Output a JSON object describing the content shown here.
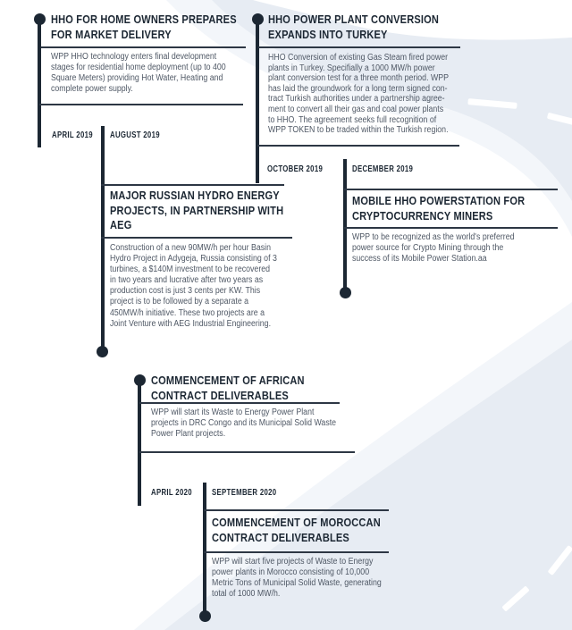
{
  "infographic": {
    "kind": "roadmap-timeline",
    "colors": {
      "ink": "#1c2733",
      "body_text": "#4f5865",
      "divider": "#2d3744",
      "road": "#e7ecf3",
      "road_faint": "#f3f6fa",
      "lane_dash": "#ffffff",
      "background": "#ffffff"
    },
    "blocks": {
      "home": {
        "title": "HHO FOR HOME OWNERS PREPARES\nFOR MARKET DELIVERY",
        "body": "WPP HHO technology enters final development\nstages for residential home deployment (up to 400\nSquare Meters) providing Hot Water, Heating and\ncomplete power supply.",
        "date_left": "APRIL 2019",
        "date_right": "AUGUST 2019"
      },
      "turkey": {
        "title": "HHO POWER PLANT CONVERSION\nEXPANDS INTO TURKEY",
        "body": "HHO Conversion of existing Gas Steam fired power\nplants in Turkey. Specifially a 1000 MW/h power\nplant conversion test for a three month period. WPP\nhas laid the groundwork for a long term signed con-\ntract Turkish authorities under a partnership agree-\nment to convert all their gas and coal power plants\nto HHO. The agreement seeks full recognition of\nWPP TOKEN to be traded within the Turkish region.",
        "date_left": "OCTOBER 2019",
        "date_right": "DECEMBER 2019"
      },
      "russia": {
        "title": "MAJOR RUSSIAN HYDRO ENERGY\nPROJECTS, IN PARTNERSHIP WITH\nAEG",
        "body": "Construction of a new 90MW/h per hour Basin\nHydro Project in Adygeja, Russia consisting of 3\nturbines, a $140M investment to be recovered\nin two years and lucrative after two years as\nproduction cost is just 3 cents per KW. This\nproject is to be followed by a separate a\n450MW/h initiative. These two projects are a\nJoint Venture with AEG Industrial Engineering."
      },
      "mobile": {
        "title": "MOBILE HHO POWERSTATION FOR\nCRYPTOCURRENCY MINERS",
        "body": "WPP to be recognized as the world's preferred\npower source for Crypto Mining through the\nsuccess of its Mobile Power Station.aa"
      },
      "africa": {
        "title": "COMMENCEMENT OF AFRICAN\nCONTRACT DELIVERABLES",
        "body": "WPP will start its Waste to Energy Power Plant\nprojects in DRC Congo and its Municipal Solid Waste\nPower Plant projects.",
        "date_left": "APRIL 2020",
        "date_right": "SEPTEMBER 2020"
      },
      "morocco": {
        "title": "COMMENCEMENT OF MOROCCAN\nCONTRACT DELIVERABLES",
        "body": "WPP will start five projects of Waste to Energy\npower plants in Morocco consisting of 10,000\nMetric Tons of Municipal Solid Waste, generating\ntotal of 1000 MW/h."
      }
    }
  }
}
